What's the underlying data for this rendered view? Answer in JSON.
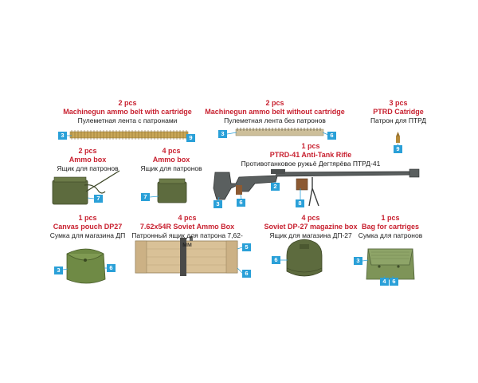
{
  "items": [
    {
      "id": "belt-with",
      "qty": "2 pcs",
      "en": "Machinegun ammo belt with cartridge",
      "ru": "Пулеметная лента с патронами",
      "markers": [
        "3",
        "9"
      ]
    },
    {
      "id": "belt-without",
      "qty": "2 pcs",
      "en": "Machinegun ammo belt  without cartridge",
      "ru": "Пулеметная лента без патронов",
      "markers": [
        "3",
        "6"
      ]
    },
    {
      "id": "ptrd-cartridge",
      "qty": "3 pcs",
      "en": "PTRD Catridge",
      "ru": "Патрон для ПТРД",
      "markers": [
        "9"
      ]
    },
    {
      "id": "ammo-box-1",
      "qty": "2 pcs",
      "en": "Ammo box",
      "ru": "Ящик для патронов",
      "markers": [
        "7"
      ]
    },
    {
      "id": "ammo-box-2",
      "qty": "4 pcs",
      "en": "Ammo box",
      "ru": "Ящик для патронов",
      "markers": [
        "7"
      ]
    },
    {
      "id": "ptrd-rifle",
      "qty": "1 pcs",
      "en": "PTRD-41 Anti-Tank Rifle",
      "ru": "Противотанковое ружьё Дегтярёва ПТРД-41",
      "markers": [
        "3",
        "6",
        "2",
        "8"
      ]
    },
    {
      "id": "canvas-pouch",
      "qty": "1 pcs",
      "en": "Canvas pouch DP27",
      "ru": "Сумка для магазина ДП",
      "markers": [
        "3",
        "6"
      ]
    },
    {
      "id": "soviet-ammo-box",
      "qty": "4 pcs",
      "en": "7.62x54R Soviet Ammo Box",
      "ru": "Патронный ящик для патрона 7,62-мм",
      "markers": [
        "5",
        "6"
      ]
    },
    {
      "id": "dp27-mag-box",
      "qty": "4 pcs",
      "en": "Soviet DP-27 magazine box",
      "ru": "Ящик для магазина ДП-27",
      "markers": [
        "6"
      ]
    },
    {
      "id": "cartridge-bag",
      "qty": "1 pcs",
      "en": "Bag for cartriges",
      "ru": "Сумка для патронов",
      "markers": [
        "3",
        "4",
        "6"
      ]
    }
  ],
  "colors": {
    "title": "#c8202f",
    "marker": "#2aa0d8",
    "olive": "#5d6b3e",
    "wood": "#d9c197"
  }
}
